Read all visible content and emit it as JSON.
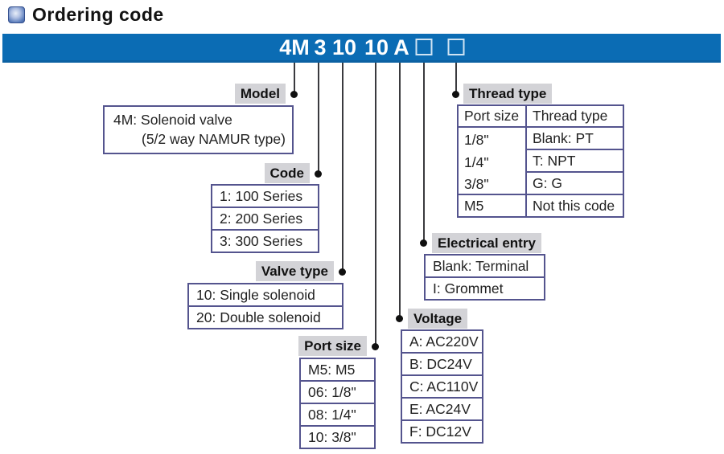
{
  "title": "Ordering code",
  "colors": {
    "banner_blue": "#0b6cb4",
    "label_gray": "#d3d3d7",
    "box_border": "#54548e"
  },
  "code": {
    "parts": [
      "4M",
      "3",
      "10",
      "10",
      "A"
    ]
  },
  "model": {
    "label": "Model",
    "line1": "4M: Solenoid valve",
    "line2": "(5/2 way NAMUR type)"
  },
  "code_series": {
    "label": "Code",
    "rows": [
      "1: 100 Series",
      "2: 200 Series",
      "3: 300 Series"
    ]
  },
  "valve_type": {
    "label": "Valve type",
    "rows": [
      "10: Single solenoid",
      "20: Double solenoid"
    ]
  },
  "port_size": {
    "label": "Port size",
    "rows": [
      "M5: M5",
      "06: 1/8\"",
      "08: 1/4\"",
      "10: 3/8\""
    ]
  },
  "voltage": {
    "label": "Voltage",
    "rows": [
      "A: AC220V",
      "B: DC24V",
      "C: AC110V",
      "E: AC24V",
      "F: DC12V"
    ]
  },
  "electrical_entry": {
    "label": "Electrical entry",
    "rows": [
      "Blank: Terminal",
      "I: Grommet"
    ]
  },
  "thread_type": {
    "label": "Thread type",
    "header": [
      "Port size",
      "Thread type"
    ],
    "port_sizes": [
      "1/8\"",
      "1/4\"",
      "3/8\""
    ],
    "thread_rows": [
      "Blank: PT",
      "T: NPT",
      "G: G"
    ],
    "m5_row": [
      "M5",
      "Not this code"
    ]
  }
}
